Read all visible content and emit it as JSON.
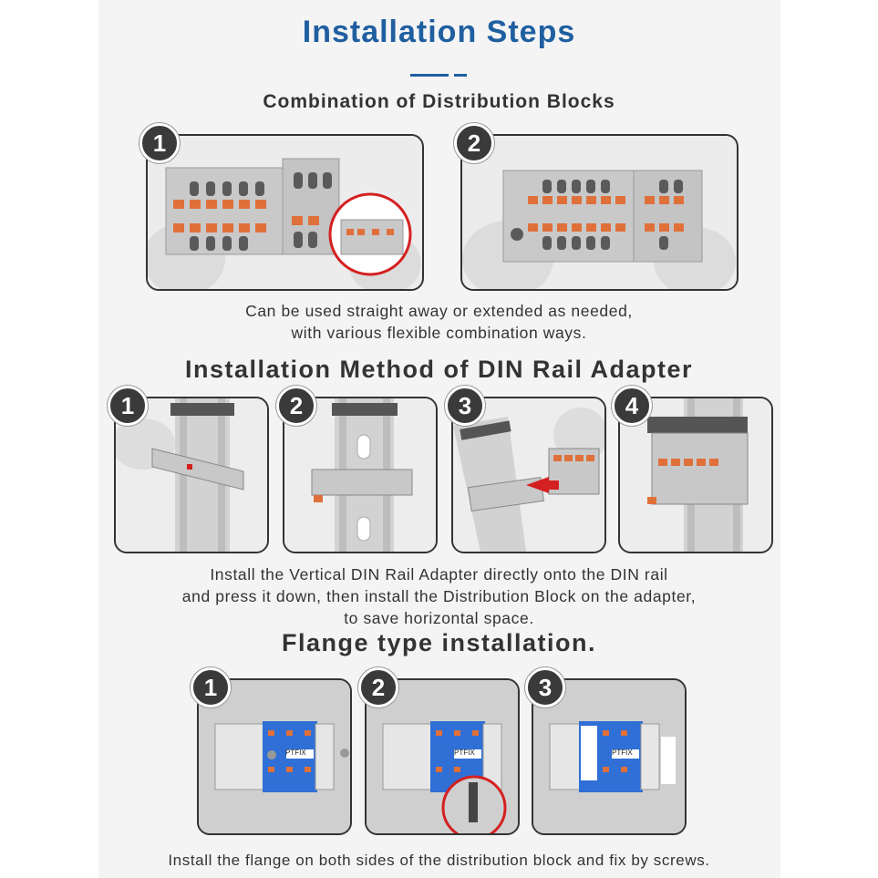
{
  "header": {
    "title": "Installation Steps"
  },
  "section_combination": {
    "heading": "Combination of Distribution Blocks",
    "steps": [
      "1",
      "2"
    ],
    "caption_line1": "Can be used straight away or extended as needed,",
    "caption_line2": "with various flexible combination ways."
  },
  "section_din": {
    "heading": "Installation Method of DIN Rail Adapter",
    "steps": [
      "1",
      "2",
      "3",
      "4"
    ],
    "caption_line1": "Install the Vertical DIN Rail Adapter directly onto the DIN rail",
    "caption_line2": "and press it down, then install the Distribution Block on the adapter,",
    "caption_line3": "to save horizontal space."
  },
  "section_flange": {
    "heading": "Flange type installation.",
    "steps": [
      "1",
      "2",
      "3"
    ],
    "label": "PTFIX",
    "caption": "Install the flange on both sides of the distribution block and fix by screws."
  },
  "colors": {
    "accent": "#1f5fa0",
    "terminal_orange": "#e0703a",
    "block_blue": "#2f6fd6",
    "highlight_red": "#d42020"
  }
}
